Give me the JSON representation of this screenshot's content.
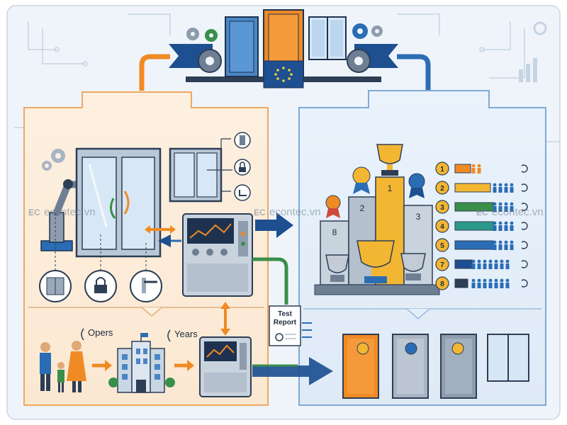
{
  "watermark": {
    "logo": "EC",
    "text": "econtec.vn"
  },
  "labels": {
    "test_report_line1": "Test",
    "test_report_line2": "Report",
    "opers": "Opers",
    "years": "Years"
  },
  "rank_numbers": [
    "1",
    "2",
    "3",
    "4",
    "5",
    "7",
    "8"
  ],
  "podium": {
    "first": "1",
    "second": "2",
    "third": "3",
    "eighth": "8"
  },
  "colors": {
    "orange": "#f08a24",
    "blue": "#2a6db5",
    "navy": "#1d4f91",
    "green": "#3a8f4a",
    "teal": "#2b9a8a",
    "gold": "#f2b632",
    "bg_orange": "#fdf1e3",
    "bg_blue": "#e9f2fb"
  },
  "icons": [
    "gear-icon",
    "door-icon",
    "window-icon",
    "eu-flag-icon",
    "robot-arm-icon",
    "hinge-icon",
    "lock-icon",
    "handle-icon",
    "testing-machine-icon",
    "trophy-icon",
    "medal-icon",
    "family-icon",
    "building-icon",
    "refresh-icon",
    "chart-icon",
    "circuit-icon",
    "report-icon"
  ]
}
